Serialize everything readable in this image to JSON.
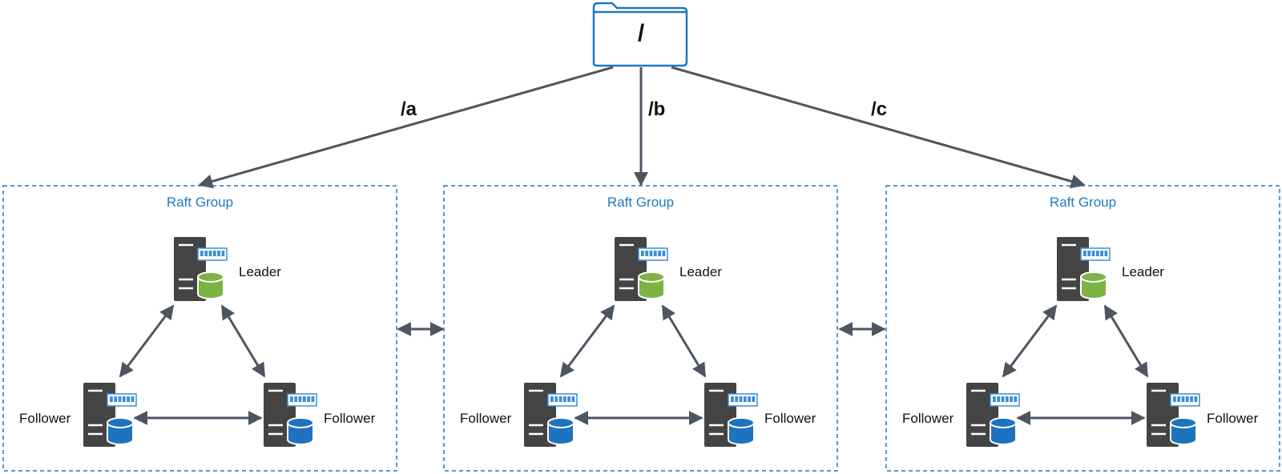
{
  "colors": {
    "accent": "#1f78c1",
    "folder_stroke": "#1f78c1",
    "edge": "#4d5561",
    "server": "#444444",
    "leader_db": "#7cb342",
    "follower_db": "#1f72bd",
    "memory": "#3a8fd6"
  },
  "icons": {
    "root": "folder-icon",
    "node": "server-database-icon"
  },
  "root": {
    "label": "/"
  },
  "paths": [
    {
      "label": "/a"
    },
    {
      "label": "/b"
    },
    {
      "label": "/c"
    }
  ],
  "groups": [
    {
      "title": "Raft Group",
      "nodes": [
        {
          "role": "Leader"
        },
        {
          "role": "Follower"
        },
        {
          "role": "Follower"
        }
      ]
    },
    {
      "title": "Raft Group",
      "nodes": [
        {
          "role": "Leader"
        },
        {
          "role": "Follower"
        },
        {
          "role": "Follower"
        }
      ]
    },
    {
      "title": "Raft Group",
      "nodes": [
        {
          "role": "Leader"
        },
        {
          "role": "Follower"
        },
        {
          "role": "Follower"
        }
      ]
    }
  ]
}
